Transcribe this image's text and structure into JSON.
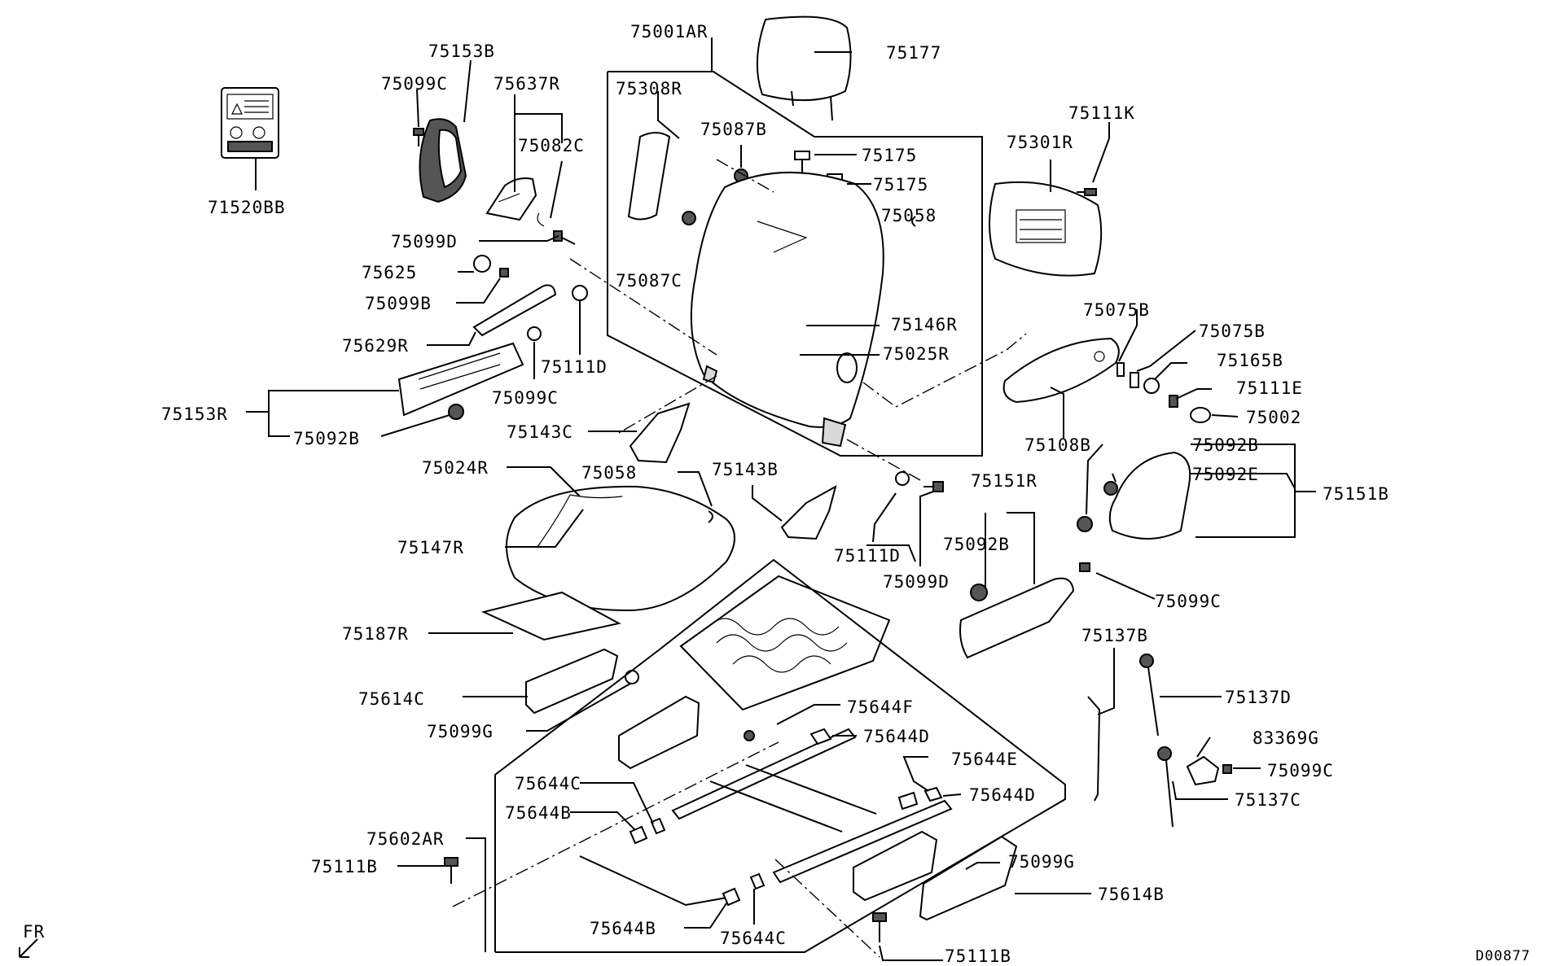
{
  "labels": {
    "p71520BB": "71520BB",
    "p75153B": "75153B",
    "p75099C_a": "75099C",
    "p75637R": "75637R",
    "p75082C": "75082C",
    "p75001AR": "75001AR",
    "p75308R": "75308R",
    "p75087B": "75087B",
    "p75087C": "75087C",
    "p75177": "75177",
    "p75175_a": "75175",
    "p75175_b": "75175",
    "p75058_a": "75058",
    "p75111K": "75111K",
    "p75301R": "75301R",
    "p75099D_a": "75099D",
    "p75625": "75625",
    "p75099B": "75099B",
    "p75629R": "75629R",
    "p75111D_a": "75111D",
    "p75099C_b": "75099C",
    "p75153R": "75153R",
    "p75092B_a": "75092B",
    "p75143C": "75143C",
    "p75146R": "75146R",
    "p75025R": "75025R",
    "p75075B_a": "75075B",
    "p75075B_b": "75075B",
    "p75165B": "75165B",
    "p75111E": "75111E",
    "p75002": "75002",
    "p75108B": "75108B",
    "p75092B_b": "75092B",
    "p75092E": "75092E",
    "p75151B": "75151B",
    "p75024R": "75024R",
    "p75058_b": "75058",
    "p75143B": "75143B",
    "p75151R": "75151R",
    "p75147R": "75147R",
    "p75111D_b": "75111D",
    "p75092B_c": "75092B",
    "p75099D_b": "75099D",
    "p75099C_c": "75099C",
    "p75187R": "75187R",
    "p75137B": "75137B",
    "p75614C": "75614C",
    "p75644F": "75644F",
    "p75137D": "75137D",
    "p75099G_a": "75099G",
    "p75644D_a": "75644D",
    "p83369G": "83369G",
    "p75644E": "75644E",
    "p75099C_d": "75099C",
    "p75644C_a": "75644C",
    "p75644D_b": "75644D",
    "p75137C": "75137C",
    "p75644B_a": "75644B",
    "p75602AR": "75602AR",
    "p75111B_a": "75111B",
    "p75099G_b": "75099G",
    "p75614B": "75614B",
    "p75644B_b": "75644B",
    "p75644C_b": "75644C",
    "p75111B_b": "75111B",
    "front_marker": "FR",
    "diagram_code": "D00877"
  }
}
